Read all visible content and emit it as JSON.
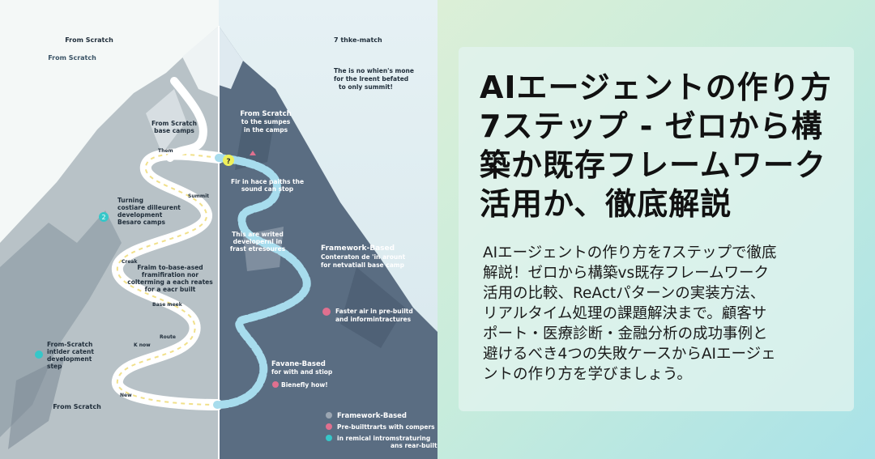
{
  "colors": {
    "sky_left": "#f4f8f7",
    "sky_right": "#d9ebef",
    "mountain_light": "#b8c2c7",
    "mountain_dark": "#5a6d82",
    "path": "#ffffff",
    "path_dashes": "#f1e08a",
    "path_right": "#a7dced",
    "marker_yellow": "#eef05a",
    "marker_pink": "#e0708f",
    "marker_teal": "#36c7c9",
    "panel_bg": "#e1f3ee"
  },
  "illustration": {
    "left_header": "From Scratch",
    "left_subheader": "From Scratch",
    "right_header": "7 thke-match",
    "right_note": [
      "The is no whien's mone",
      "for the lreent befated",
      "to only summit!"
    ],
    "left_labels": {
      "base_camps": [
        "From Scratch",
        "base camps"
      ],
      "them": "Them",
      "summit": "Summit",
      "turning": [
        "Turning",
        "costiare dilleurent",
        "development",
        "Besaro camps"
      ],
      "frain": [
        "Fraim to-base-ased",
        "framifiration nor",
        "colterming a each reates",
        "for a eacr built"
      ],
      "creek": "Creak",
      "base_meek": "Base meek",
      "k_now": "K now",
      "route": "Route",
      "new": "New",
      "from_scratch_dev": [
        "From-Scratch",
        "intlder catent",
        "development",
        "step"
      ],
      "bottom": "From Scratch"
    },
    "markers": {
      "q": "?",
      "two": "2"
    },
    "right_labels": {
      "from_scratch": [
        "From Scratch",
        "to the sumpes",
        "in the camps"
      ],
      "fir": [
        "Fir in hace paiths the",
        "sound can stop"
      ],
      "this_are": [
        "This are writed",
        "developernl in",
        "frast etresoures"
      ],
      "framework_based": [
        "Framework-Based",
        "Conteraton de 'in arount",
        "for netvatiall base camp"
      ],
      "faster": [
        "Faster air in pre-builtd",
        "and informintractures"
      ],
      "favane": [
        "Favane-Based",
        "for with and stiop"
      ],
      "bienefly": "Bienefly how!"
    },
    "legend": [
      {
        "label": "Framework-Based",
        "color": "#9ba6b2"
      },
      {
        "label": "Pre-builttrarts with compers",
        "color": "#e0708f"
      },
      {
        "label": "in remical intromstraturing",
        "label2": "ans rear-built",
        "color": "#36c7c9"
      }
    ]
  },
  "panel": {
    "title_lines": [
      "AIエージェントの作り方",
      "7ステップ - ゼロから構",
      "築か既存フレームワーク",
      "活用か、徹底解説"
    ],
    "description_lines": [
      "AIエージェントの作り方を7ステップで徹底",
      "解説！ゼロから構築vs既存フレームワーク",
      "活用の比較、ReActパターンの実装方法、",
      "リアルタイム処理の課題解決まで。顧客サ",
      "ポート・医療診断・金融分析の成功事例と",
      "避けるべき4つの失敗ケースからAIエージェ",
      "ントの作り方を学びましょう。"
    ]
  }
}
